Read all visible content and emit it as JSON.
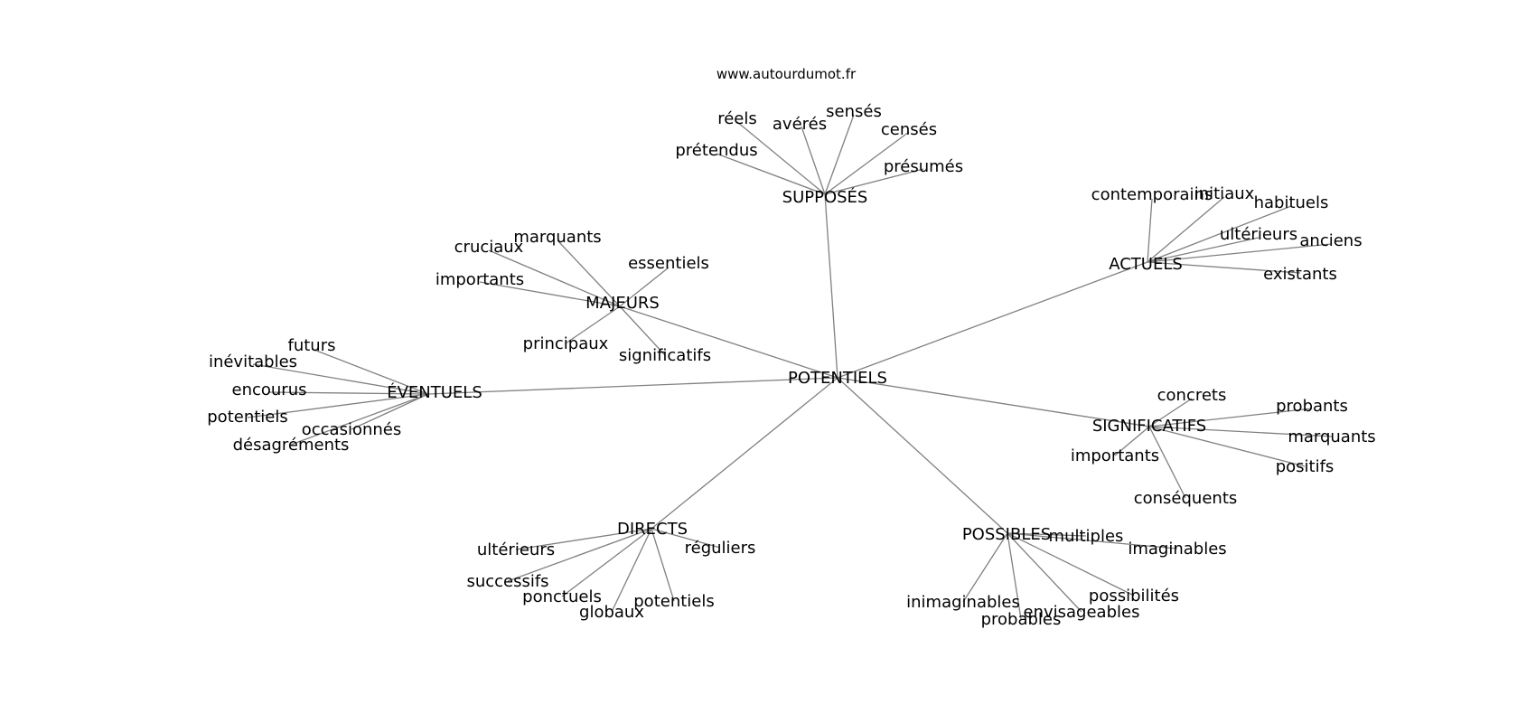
{
  "source": "www.autourdumot.fr",
  "graph": {
    "center": "POTENTIELS",
    "groups": [
      {
        "hub": "SUPPOSÉS",
        "words": [
          "réels",
          "avérés",
          "sensés",
          "censés",
          "prétendus",
          "présumés"
        ]
      },
      {
        "hub": "ACTUELS",
        "words": [
          "contemporains",
          "initiaux",
          "habituels",
          "ultérieurs",
          "anciens",
          "existants"
        ]
      },
      {
        "hub": "MAJEURS",
        "words": [
          "cruciaux",
          "marquants",
          "essentiels",
          "importants",
          "principaux",
          "significatifs"
        ]
      },
      {
        "hub": "ÉVENTUELS",
        "words": [
          "futurs",
          "inévitables",
          "encourus",
          "potentiels",
          "occasionnés",
          "désagréments"
        ]
      },
      {
        "hub": "SIGNIFICATIFS",
        "words": [
          "concrets",
          "probants",
          "marquants",
          "importants",
          "positifs",
          "conséquents"
        ]
      },
      {
        "hub": "DIRECTS",
        "words": [
          "ultérieurs",
          "réguliers",
          "successifs",
          "ponctuels",
          "potentiels",
          "globaux"
        ]
      },
      {
        "hub": "POSSIBLES",
        "words": [
          "multiples",
          "imaginables",
          "possibilités",
          "inimaginables",
          "envisageables",
          "probables"
        ]
      }
    ]
  }
}
